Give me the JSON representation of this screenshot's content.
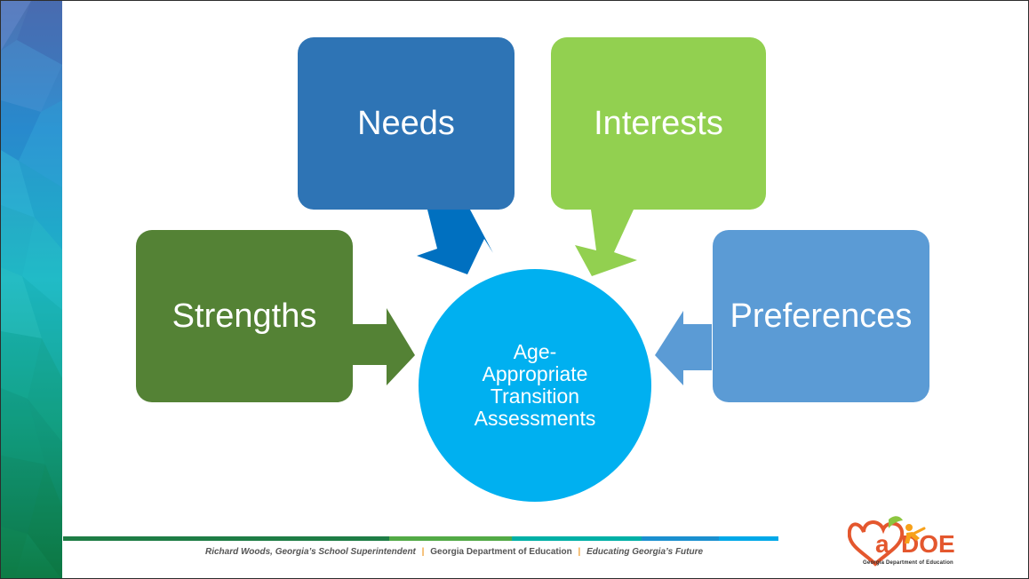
{
  "diagram": {
    "nodes": {
      "needs": "Needs",
      "interests": "Interests",
      "strengths": "Strengths",
      "preferences": "Preferences",
      "center": "Age-\nAppropriate\nTransition\nAssessments"
    }
  },
  "footer": {
    "superintendent": "Richard Woods, Georgia’s School Superintendent",
    "separator": "|",
    "department": "Georgia Department of Education",
    "slogan": "Educating Georgia’s Future"
  },
  "logo": {
    "subtitle": "Georgia Department of Education",
    "wordmark": "GaDOE"
  },
  "colors": {
    "needs": "#2E74B5",
    "interests": "#92D050",
    "strengths": "#548235",
    "preferences": "#5B9BD5",
    "center": "#00B0F0",
    "footer_accent": "#F0A23A"
  }
}
